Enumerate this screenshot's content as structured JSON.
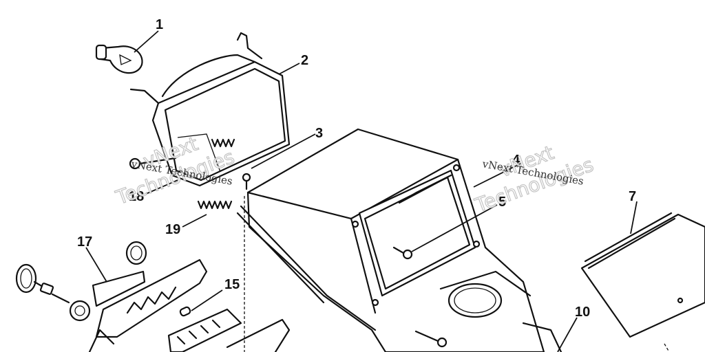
{
  "callouts": [
    {
      "id": "1",
      "text": "1"
    },
    {
      "id": "2",
      "text": "2"
    },
    {
      "id": "3",
      "text": "3"
    },
    {
      "id": "4",
      "text": "4"
    },
    {
      "id": "5",
      "text": "5"
    },
    {
      "id": "7",
      "text": "7"
    },
    {
      "id": "10",
      "text": "10"
    },
    {
      "id": "15",
      "text": "15"
    },
    {
      "id": "17",
      "text": "17"
    },
    {
      "id": "18",
      "text": "18"
    },
    {
      "id": "19",
      "text": "19"
    }
  ],
  "watermarks": [
    {
      "line1": "vNext",
      "line2": "Technologies",
      "small": "vNext Technologies"
    },
    {
      "line1": "vNext",
      "line2": "Technologies",
      "small": "vNext Technologies"
    }
  ],
  "colors": {
    "ink": "#111111",
    "background": "#ffffff",
    "watermark": "#bdbdbd"
  }
}
